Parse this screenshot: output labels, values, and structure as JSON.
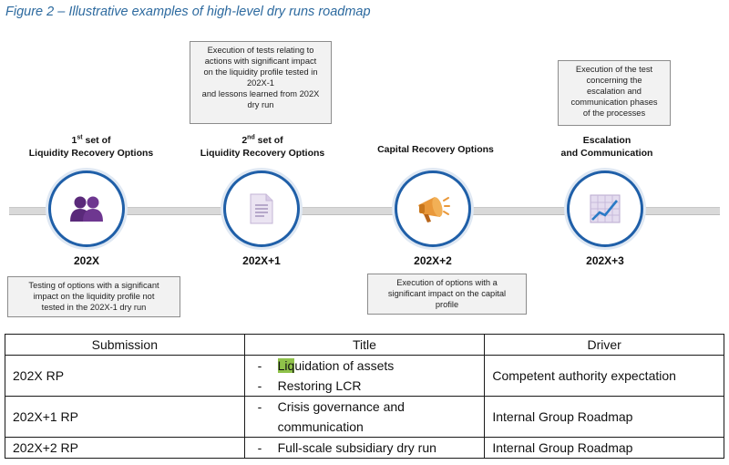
{
  "caption": "Figure 2 – Illustrative examples of high-level dry runs roadmap",
  "notes": {
    "above_202X1": [
      "Execution of tests relating to",
      "actions with significant impact",
      "on the liquidity profile tested in",
      "202X-1",
      "and lessons learned from 202X",
      "dry run"
    ],
    "above_202X3": [
      "Execution of the test",
      "concerning the",
      "escalation and",
      "communication phases",
      "of the processes"
    ],
    "below_202X": [
      "Testing of options with a significant",
      "impact on the liquidity profile not",
      "tested in the 202X-1 dry run"
    ],
    "below_202X2": [
      "Execution of options with a",
      "significant impact on the capital",
      "profile"
    ]
  },
  "stages": [
    {
      "num": "1",
      "sup": "st",
      "title_l1_rest": " set of",
      "title_l2": "Liquidity Recovery Options",
      "year": "202X",
      "icon": "people-icon"
    },
    {
      "num": "2",
      "sup": "nd",
      "title_l1_rest": " set of",
      "title_l2": "Liquidity Recovery Options",
      "year": "202X+1",
      "icon": "document-icon"
    },
    {
      "title_l1": "Capital Recovery Options",
      "year": "202X+2",
      "icon": "megaphone-icon"
    },
    {
      "title_l1": "Escalation",
      "title_l2": "and Communication",
      "year": "202X+3",
      "icon": "line-chart-icon"
    }
  ],
  "table": {
    "headers": [
      "Submission",
      "Title",
      "Driver"
    ],
    "rows": [
      {
        "submission": "202X RP",
        "titles": [
          {
            "dash": "-",
            "hl": "Liq",
            "rest": "uidation of assets"
          },
          {
            "dash": "-",
            "text": "Restoring LCR"
          }
        ],
        "driver": "Competent authority expectation"
      },
      {
        "submission": "202X+1 RP",
        "titles": [
          {
            "dash": "-",
            "text": "Crisis governance and"
          },
          {
            "dash": "",
            "text": "communication"
          }
        ],
        "driver": "Internal Group Roadmap"
      },
      {
        "submission": "202X+2 RP",
        "titles": [
          {
            "dash": "-",
            "text": "Full-scale subsidiary dry run"
          }
        ],
        "driver": "Internal Group Roadmap"
      }
    ]
  },
  "colors": {
    "caption": "#2d6a9f",
    "circle_border": "#1f5fa8",
    "highlight": "#8fc24a",
    "note_bg": "#f2f2f2"
  }
}
